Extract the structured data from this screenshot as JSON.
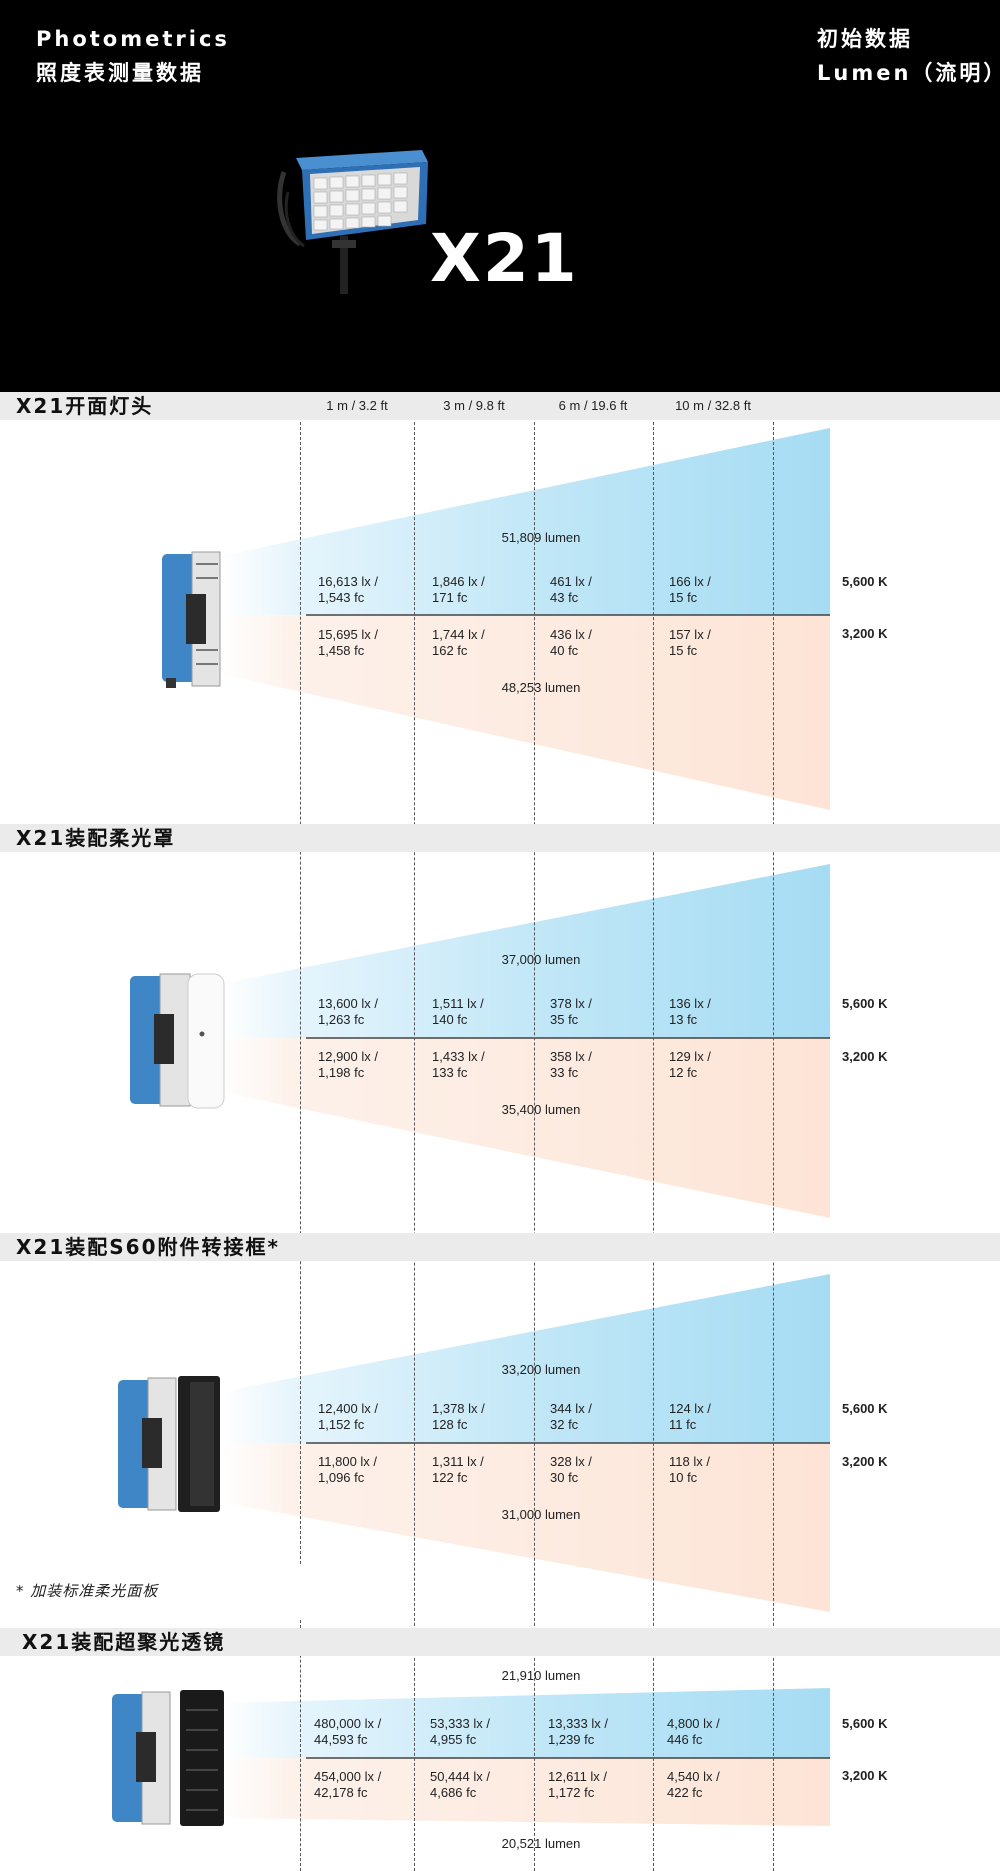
{
  "header": {
    "left_line1": "Photometrics",
    "left_line2": "照度表测量数据",
    "right_line1": "初始数据",
    "right_line2": "Lumen（流明）",
    "model": "X21"
  },
  "distances": [
    "1 m / 3.2 ft",
    "3 m / 9.8 ft",
    "6 m / 19.6 ft",
    "10 m / 32.8 ft"
  ],
  "footnote": "* 加装标准柔光面板",
  "colors": {
    "cool_beam": "#9fd9f2",
    "warm_beam": "#fde6da",
    "device_blue": "#3f86c7",
    "header_bg": "#000000"
  },
  "chart_data": [
    {
      "type": "table",
      "title": "X21开面灯头",
      "distances": [
        "1 m / 3.2 ft",
        "3 m / 9.8 ft",
        "6 m / 19.6 ft",
        "10 m / 32.8 ft"
      ],
      "series": [
        {
          "name": "5,600 K",
          "lumen": "51,809 lumen",
          "values": [
            "16,613 lx /",
            "1,846 lx /",
            "461 lx /",
            "166 lx /"
          ],
          "fc": [
            "1,543 fc",
            "171 fc",
            "43 fc",
            "15 fc"
          ]
        },
        {
          "name": "3,200 K",
          "lumen": "48,253 lumen",
          "values": [
            "15,695 lx /",
            "1,744 lx /",
            "436 lx /",
            "157 lx /"
          ],
          "fc": [
            "1,458 fc",
            "162 fc",
            "40 fc",
            "15 fc"
          ]
        }
      ]
    },
    {
      "type": "table",
      "title": "X21装配柔光罩",
      "distances": [
        "1 m / 3.2 ft",
        "3 m / 9.8 ft",
        "6 m / 19.6 ft",
        "10 m / 32.8 ft"
      ],
      "series": [
        {
          "name": "5,600 K",
          "lumen": "37,000 lumen",
          "values": [
            "13,600 lx /",
            "1,511 lx /",
            "378 lx /",
            "136 lx /"
          ],
          "fc": [
            "1,263 fc",
            "140 fc",
            "35 fc",
            "13 fc"
          ]
        },
        {
          "name": "3,200 K",
          "lumen": "35,400 lumen",
          "values": [
            "12,900 lx /",
            "1,433 lx /",
            "358 lx /",
            "129 lx /"
          ],
          "fc": [
            "1,198 fc",
            "133 fc",
            "33 fc",
            "12 fc"
          ]
        }
      ]
    },
    {
      "type": "table",
      "title": "X21装配S60附件转接框*",
      "distances": [
        "1 m / 3.2 ft",
        "3 m / 9.8 ft",
        "6 m / 19.6 ft",
        "10 m / 32.8 ft"
      ],
      "series": [
        {
          "name": "5,600 K",
          "lumen": "33,200 lumen",
          "values": [
            "12,400 lx /",
            "1,378 lx /",
            "344 lx /",
            "124 lx /"
          ],
          "fc": [
            "1,152 fc",
            "128 fc",
            "32 fc",
            "11 fc"
          ]
        },
        {
          "name": "3,200 K",
          "lumen": "31,000 lumen",
          "values": [
            "11,800 lx /",
            "1,311 lx /",
            "328 lx /",
            "118 lx /"
          ],
          "fc": [
            "1,096 fc",
            "122 fc",
            "30 fc",
            "10 fc"
          ]
        }
      ]
    },
    {
      "type": "table",
      "title": "X21装配超聚光透镜",
      "distances": [
        "1 m / 3.2 ft",
        "3 m / 9.8 ft",
        "6 m / 19.6 ft",
        "10 m / 32.8 ft"
      ],
      "series": [
        {
          "name": "5,600 K",
          "lumen": "21,910 lumen",
          "values": [
            "480,000 lx /",
            "53,333 lx /",
            "13,333 lx /",
            "4,800 lx /"
          ],
          "fc": [
            "44,593 fc",
            "4,955 fc",
            "1,239 fc",
            "446 fc"
          ]
        },
        {
          "name": "3,200 K",
          "lumen": "20,521 lumen",
          "values": [
            "454,000 lx /",
            "50,444 lx /",
            "12,611 lx /",
            "4,540 lx /"
          ],
          "fc": [
            "42,178 fc",
            "4,686 fc",
            "1,172 fc",
            "422 fc"
          ]
        }
      ]
    }
  ]
}
